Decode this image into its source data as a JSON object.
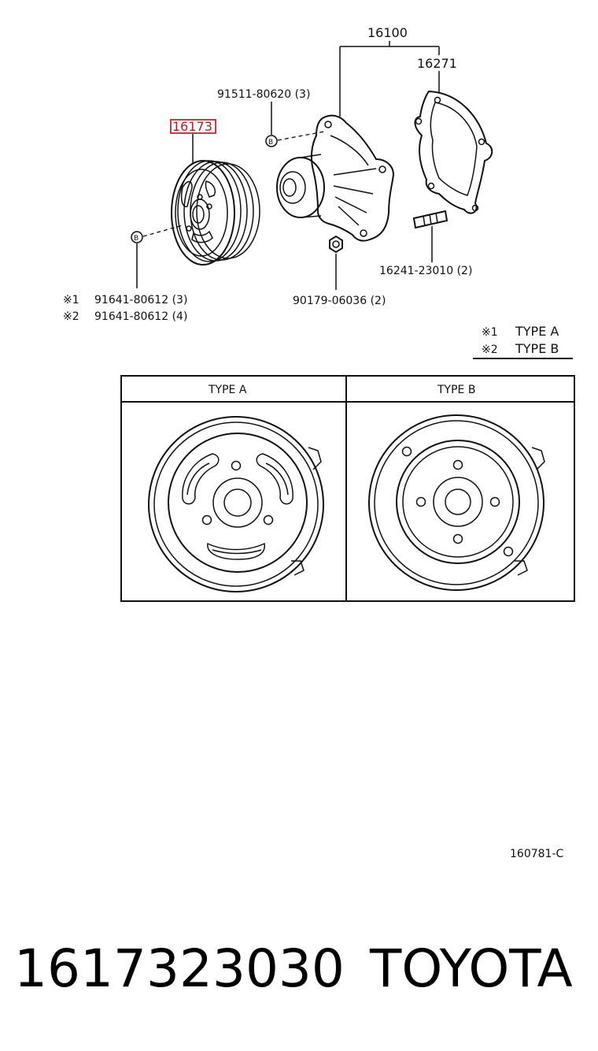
{
  "labels": {
    "assembly": "16100",
    "gasket": "16271",
    "bolt_top": "91511-80620 (3)",
    "pulley": "16173",
    "stud": "16241-23010 (2)",
    "nut": "90179-06036 (2)",
    "pulley_bolt_1": "91641-80612 (3)",
    "pulley_bolt_2": "91641-80612 (4)",
    "mark1": "※1",
    "mark2": "※2",
    "circle_b": "B",
    "legend_type_a": "TYPE A",
    "legend_type_b": "TYPE B",
    "table_type_a": "TYPE A",
    "table_type_b": "TYPE B",
    "diagram_code": "160781-C"
  },
  "highlight_color": "#c0272d",
  "footer": {
    "part_number": "1617323030",
    "brand": "TOYOTA"
  }
}
